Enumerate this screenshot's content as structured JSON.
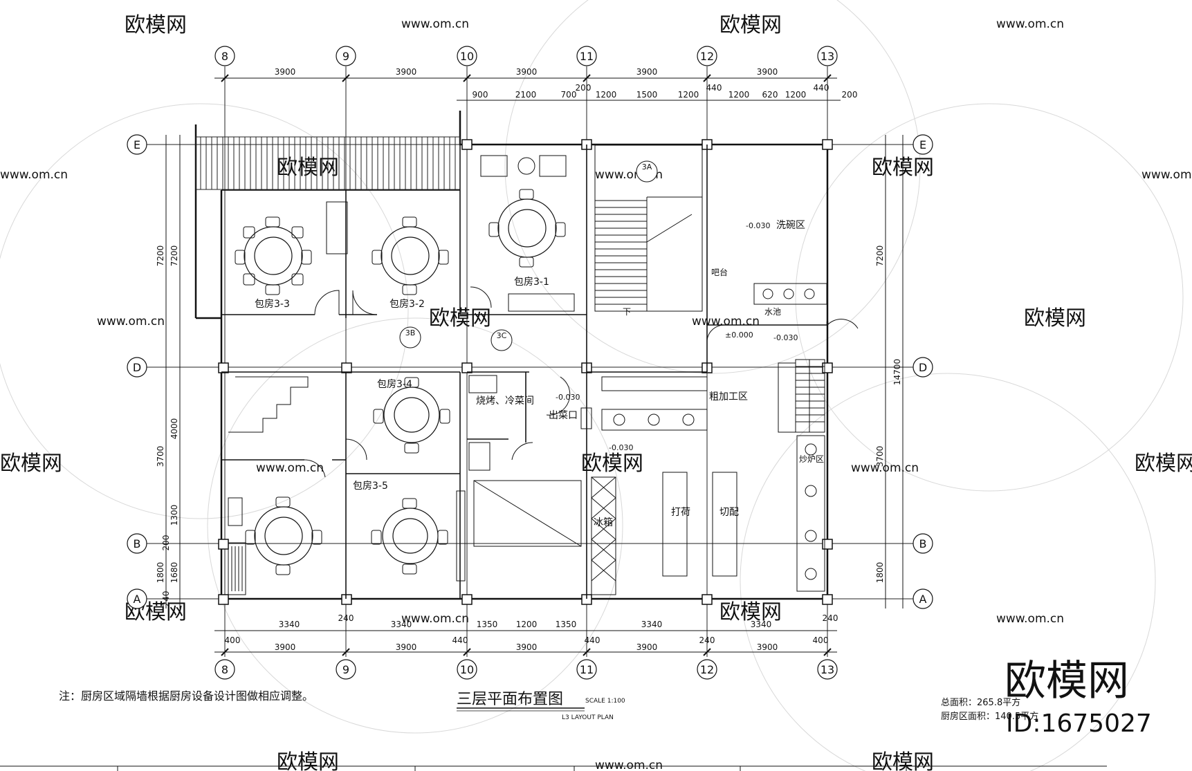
{
  "drawing": {
    "title": "三层平面布置图",
    "scale_label": "SCALE 1:100",
    "subtitle_en": "L3 LAYOUT PLAN",
    "note": "注：厨房区域隔墙根据厨房设备设计图做相应调整。",
    "area_total": "总面积：265.8平方",
    "area_kitchen": "厨房区面积：140.5平方"
  },
  "grid": {
    "columns": [
      "8",
      "9",
      "10",
      "11",
      "12",
      "13"
    ],
    "rows": [
      "E",
      "D",
      "B",
      "A"
    ]
  },
  "dimensions": {
    "top_main": [
      "3900",
      "3900",
      "3900",
      "3900",
      "3900"
    ],
    "top_sub": [
      "900",
      "2100",
      "700",
      "200",
      "1200",
      "1500",
      "1200",
      "440",
      "1200",
      "620",
      "1200",
      "440",
      "200"
    ],
    "bottom_sub": [
      "3340",
      "240",
      "3340",
      "1350",
      "1200",
      "1350",
      "3340",
      "3340",
      "240"
    ],
    "bottom_main": [
      "400",
      "3900",
      "3900",
      "440",
      "3900",
      "440",
      "3900",
      "240",
      "3900",
      "400"
    ],
    "left": [
      "7200",
      "7200",
      "4000",
      "3700",
      "1300",
      "200",
      "1800",
      "1680",
      "240"
    ],
    "right": [
      "7200",
      "14700",
      "3700",
      "1800"
    ]
  },
  "rooms": {
    "r33": "包房3-3",
    "r32": "包房3-2",
    "r31": "包房3-1",
    "r34": "包房3-4",
    "r35": "包房3-5",
    "bbq": "烧烤、冷菜间",
    "pass": "出菜口",
    "prep": "粗加工区",
    "wash": "洗碗区",
    "cook": "炒炉区",
    "fridge": "冰箱",
    "counter1": "打荷",
    "counter2": "切配",
    "sink": "水池",
    "down": "下",
    "bar": "吧台"
  },
  "levels": [
    "-0.030",
    "±0.000",
    "-0.030",
    "-0.030",
    "-0.030"
  ],
  "markers": [
    "3A",
    "3B",
    "3C"
  ],
  "watermarks": {
    "brand": "欧模网",
    "url": "www.om.cn",
    "big_logo": "欧模网",
    "id": "ID:1675027"
  }
}
